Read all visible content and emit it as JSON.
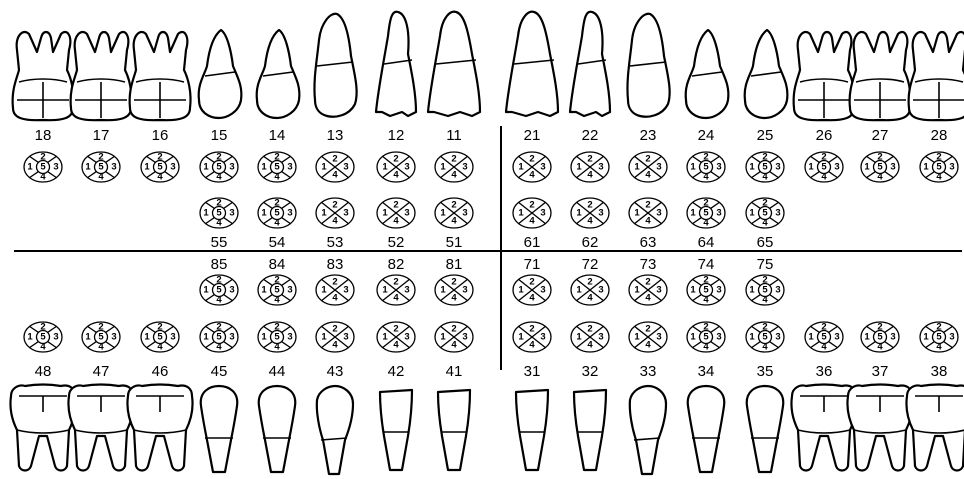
{
  "upper_permanent_numbers": [
    "18",
    "17",
    "16",
    "15",
    "14",
    "13",
    "12",
    "11",
    "21",
    "22",
    "23",
    "24",
    "25",
    "26",
    "27",
    "28"
  ],
  "upper_primary_numbers": [
    "55",
    "54",
    "53",
    "52",
    "51",
    "61",
    "62",
    "63",
    "64",
    "65"
  ],
  "lower_primary_numbers": [
    "85",
    "84",
    "83",
    "82",
    "81",
    "71",
    "72",
    "73",
    "74",
    "75"
  ],
  "lower_permanent_numbers": [
    "48",
    "47",
    "46",
    "45",
    "44",
    "43",
    "42",
    "41",
    "31",
    "32",
    "33",
    "34",
    "35",
    "36",
    "37",
    "38"
  ],
  "surface_labels": {
    "top": "2",
    "left": "1",
    "center": "5",
    "right": "3",
    "bottom": "4"
  },
  "teeth_upper_types": [
    "molar",
    "molar",
    "molar",
    "premolar",
    "premolar",
    "canine",
    "incisor",
    "incisor",
    "incisor",
    "incisor",
    "canine",
    "premolar",
    "premolar",
    "molar",
    "molar",
    "molar"
  ],
  "teeth_lower_types": [
    "molar",
    "molar",
    "molar",
    "premolar",
    "premolar",
    "canine",
    "incisor",
    "incisor",
    "incisor",
    "incisor",
    "canine",
    "premolar",
    "premolar",
    "molar",
    "molar",
    "molar"
  ],
  "five_surface_permanent": [
    0,
    1,
    2,
    3,
    4,
    11,
    12,
    13,
    14,
    15
  ],
  "five_surface_primary": [
    0,
    1,
    8,
    9
  ]
}
